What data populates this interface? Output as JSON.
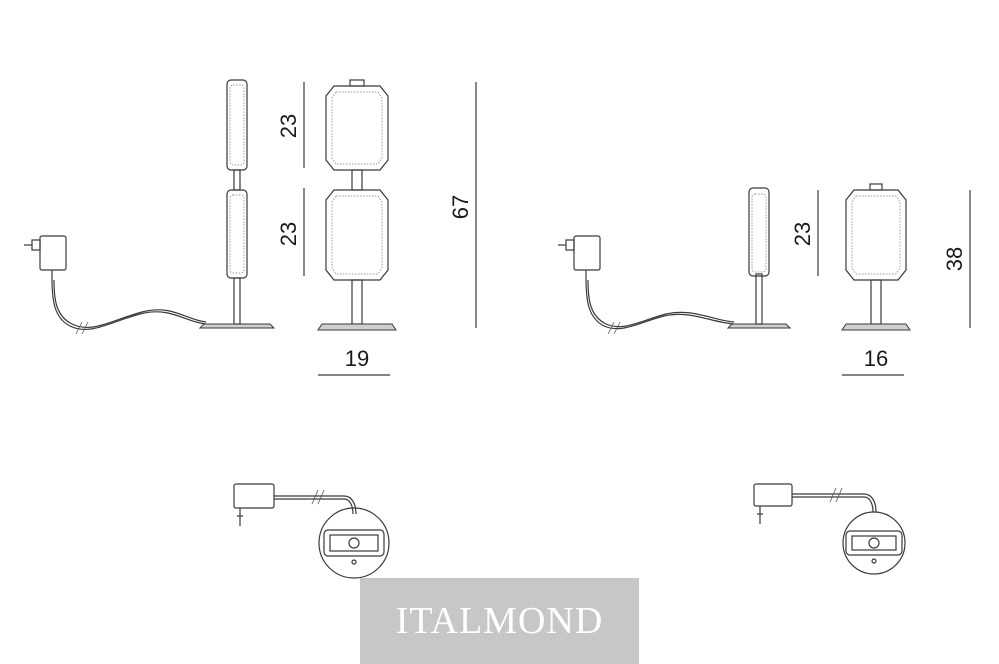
{
  "dimensions": {
    "large_lamp": {
      "shade_upper_height": "23",
      "shade_lower_height": "23",
      "total_height": "67",
      "base_width": "19"
    },
    "small_lamp": {
      "shade_height": "23",
      "total_height": "38",
      "base_width": "16"
    }
  },
  "watermark": {
    "text": "ITALMOND"
  },
  "colors": {
    "line": "#3a3a3a",
    "watermark_bg": "#c7c7c7",
    "watermark_text": "#ffffff"
  }
}
